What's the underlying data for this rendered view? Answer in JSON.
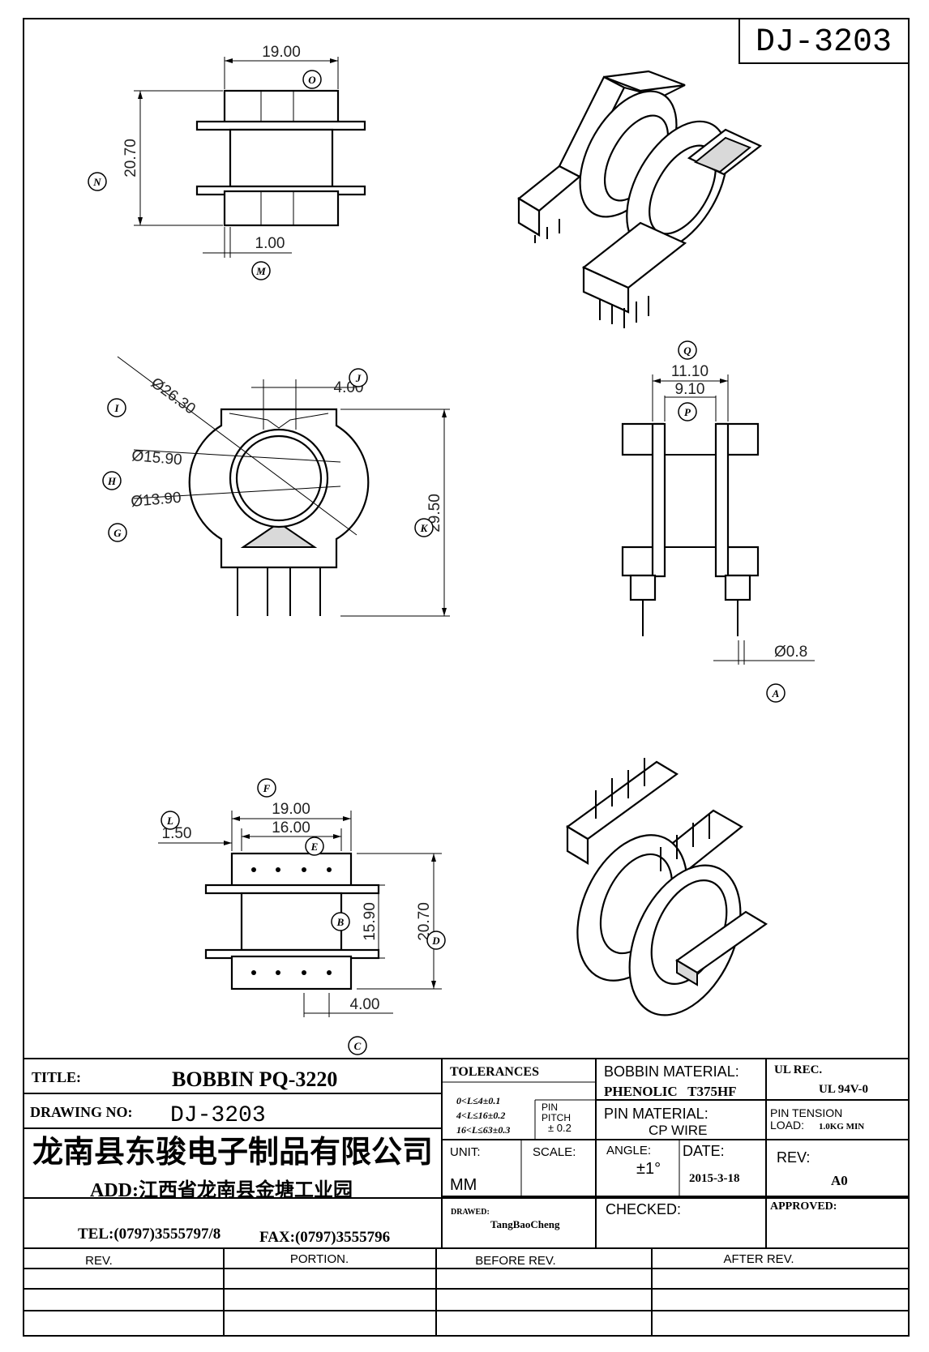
{
  "drawing_number_box": "DJ-3203",
  "dimensions": {
    "top_width": "19.00",
    "top_height": "20.70",
    "flange_thickness": "1.00",
    "dia_outer": "Ø26.30",
    "dia_mid": "Ø15.90",
    "dia_inner": "Ø13.90",
    "slot_width": "4.00",
    "front_height": "29.50",
    "side_outer": "11.10",
    "side_inner": "9.10",
    "pin_dia": "Ø0.8",
    "bottom_width": "19.00",
    "bottom_inner": "16.00",
    "bottom_offset": "1.50",
    "bottom_body": "15.90",
    "bottom_height": "20.70",
    "pin_pitch": "4.00"
  },
  "labels": {
    "O": "O",
    "N": "N",
    "M": "M",
    "I": "I",
    "H": "H",
    "G": "G",
    "J": "J",
    "K": "K",
    "Q": "Q",
    "P": "P",
    "A": "A",
    "F": "F",
    "L": "L",
    "E": "E",
    "B": "B",
    "D": "D",
    "C": "C"
  },
  "title_block": {
    "title_label": "TITLE:",
    "title_value": "BOBBIN PQ-3220",
    "drawing_no_label": "DRAWING NO:",
    "drawing_no_value": "DJ-3203",
    "company": "龙南县东骏电子制品有限公司",
    "address": "ADD:江西省龙南县金塘工业园",
    "tel": "TEL:(0797)3555797/8",
    "fax": "FAX:(0797)3555796",
    "tolerances_label": "TOLERANCES",
    "tol_1": "0<L≤4±0.1",
    "tol_2": "4<L≤16±0.2",
    "tol_3": "16<L≤63±0.3",
    "pin_pitch_label_1": "PIN",
    "pin_pitch_label_2": "PITCH",
    "pin_pitch_value": "± 0.2",
    "bobbin_material_label": "BOBBIN MATERIAL:",
    "bobbin_material_value": "PHENOLIC   T375HF",
    "ul_rec_label": "UL REC.",
    "ul_rec_value": "UL  94V-0",
    "pin_material_label": "PIN MATERIAL:",
    "pin_material_value": "CP WIRE",
    "pin_tension_label": "PIN TENSION",
    "pin_tension_load": "LOAD:",
    "pin_tension_value": "1.0KG MIN",
    "unit_label": "UNIT:",
    "unit_value": "MM",
    "scale_label": "SCALE:",
    "angle_label": "ANGLE:",
    "angle_value": "±1°",
    "date_label": "DATE:",
    "date_value": "2015-3-18",
    "rev_label": "REV:",
    "rev_value": "A0",
    "drawn_label": "DRAWED:",
    "drawn_value": "TangBaoCheng",
    "checked_label": "CHECKED:",
    "approved_label": "APPROVED:"
  },
  "revision_table": {
    "headers": [
      "REV.",
      "PORTION.",
      "BEFORE REV.",
      "AFTER REV."
    ]
  }
}
